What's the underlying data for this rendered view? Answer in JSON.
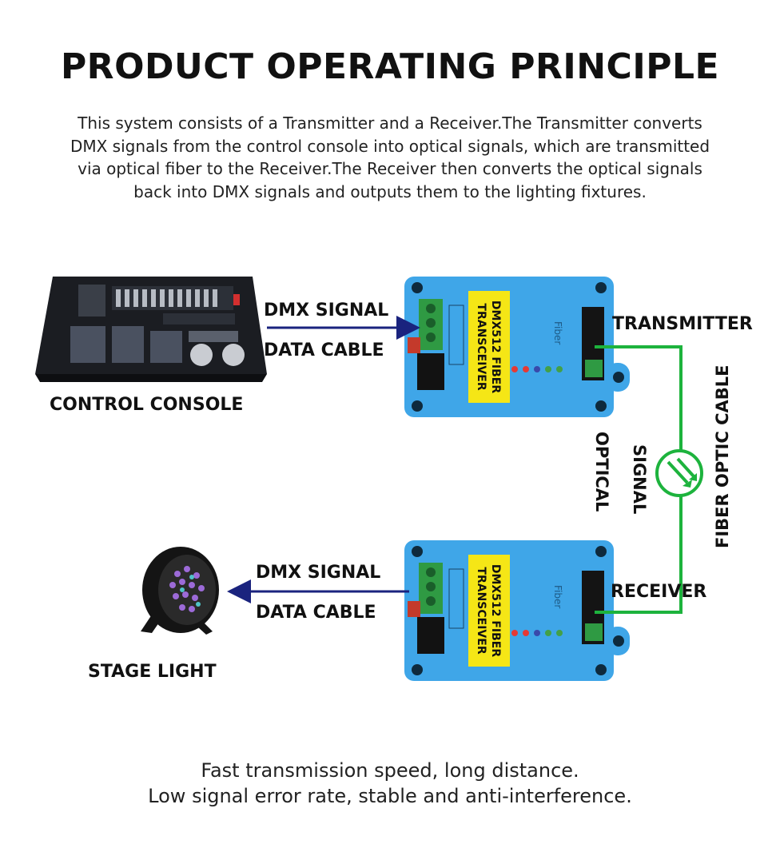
{
  "title": "PRODUCT OPERATING PRINCIPLE",
  "intro": [
    "This system consists of a Transmitter and a Receiver.The Transmitter converts",
    "DMX signals from the control console into optical signals, which are transmitted",
    "via optical fiber to the Receiver.The Receiver then converts the optical signals",
    "back into DMX signals and outputs them to the lighting fixtures."
  ],
  "labels": {
    "dmx_signal_top": "DMX SIGNAL",
    "data_cable_top": "DATA CABLE",
    "transmitter": "TRANSMITTER",
    "control_console": "CONTROL CONSOLE",
    "optical": "OPTICAL",
    "signal": "SIGNAL",
    "fiber_optic_cable": "FIBER OPTIC CABLE",
    "dmx_signal_bottom": "DMX SIGNAL",
    "data_cable_bottom": "DATA CABLE",
    "receiver": "RECEIVER",
    "stage_light": "STAGE LIGHT"
  },
  "device": {
    "label_line1": "DMX512 FIBER",
    "label_line2": "TRANSCEIVER",
    "fiber_text": "Fiber"
  },
  "footer": [
    "Fast transmission speed, long distance.",
    "Low signal error rate, stable and anti-interference."
  ],
  "colors": {
    "device_body": "#3fa6e8",
    "device_label": "#f5e616",
    "fiber_line": "#1db33d",
    "dmx_arrow": "#1a237e",
    "console_body": "#1b1d22"
  }
}
